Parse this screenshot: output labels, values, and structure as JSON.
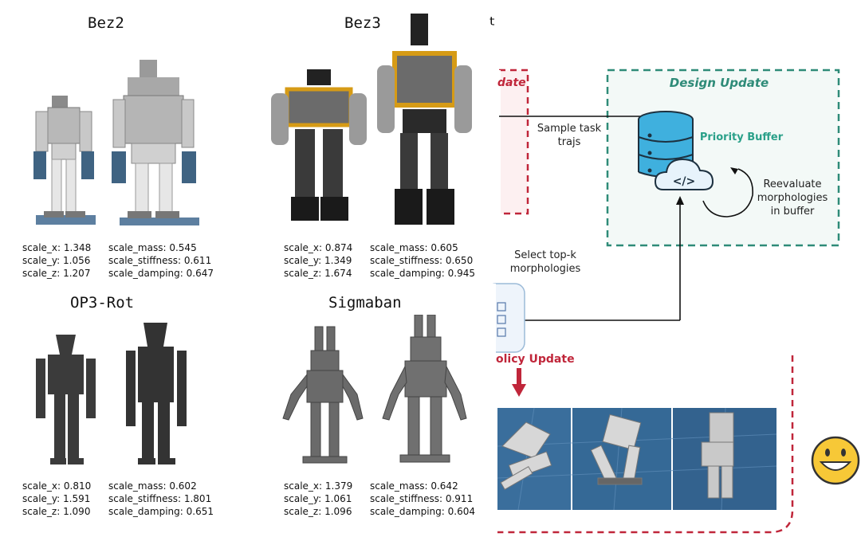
{
  "robots": [
    {
      "name": "Bez2",
      "params": {
        "scale_x": "1.348",
        "scale_y": "1.056",
        "scale_z": "1.207",
        "scale_mass": "0.545",
        "scale_stiffness": "0.611",
        "scale_damping": "0.647"
      }
    },
    {
      "name": "Bez3",
      "params": {
        "scale_x": "0.874",
        "scale_y": "1.349",
        "scale_z": "1.674",
        "scale_mass": "0.605",
        "scale_stiffness": "0.650",
        "scale_damping": "0.945"
      }
    },
    {
      "name": "OP3-Rot",
      "params": {
        "scale_x": "0.810",
        "scale_y": "1.591",
        "scale_z": "1.090",
        "scale_mass": "0.602",
        "scale_stiffness": "1.801",
        "scale_damping": "0.651"
      }
    },
    {
      "name": "Sigmaban",
      "params": {
        "scale_x": "1.379",
        "scale_y": "1.061",
        "scale_z": "1.096",
        "scale_mass": "0.642",
        "scale_stiffness": "0.911",
        "scale_damping": "0.604"
      }
    }
  ],
  "param_labels": {
    "scale_x": "scale_x:",
    "scale_y": "scale_y:",
    "scale_z": "scale_z:",
    "scale_mass": "scale_mass:",
    "scale_stiffness": "scale_stiffness:",
    "scale_damping": "scale_damping:"
  },
  "diagram": {
    "design_update_title": "Design Update",
    "priority_buffer_label": "Priority Buffer",
    "sample_text_line1": "Sample task",
    "sample_text_line2": "trajs",
    "reevaluate_line1": "Reevaluate",
    "reevaluate_line2": "morphologies",
    "reevaluate_line3": "in buffer",
    "select_line1": "Select top-k",
    "select_line2": "morphologies",
    "clipped_update_label": "date",
    "policy_update_label": "olicy Update",
    "code_icon_glyph": "</>"
  },
  "colors": {
    "design_border": "#2e8b78",
    "design_title": "#2e8b78",
    "priority_label": "#2aa089",
    "red_dashed": "#c0263a",
    "database": "#3fb0de",
    "emoji_face": "#f7c837"
  },
  "icons": [
    "database-icon",
    "cloud-code-icon",
    "cycle-arrow-icon",
    "down-arrow-icon",
    "grinning-emoji-icon"
  ]
}
